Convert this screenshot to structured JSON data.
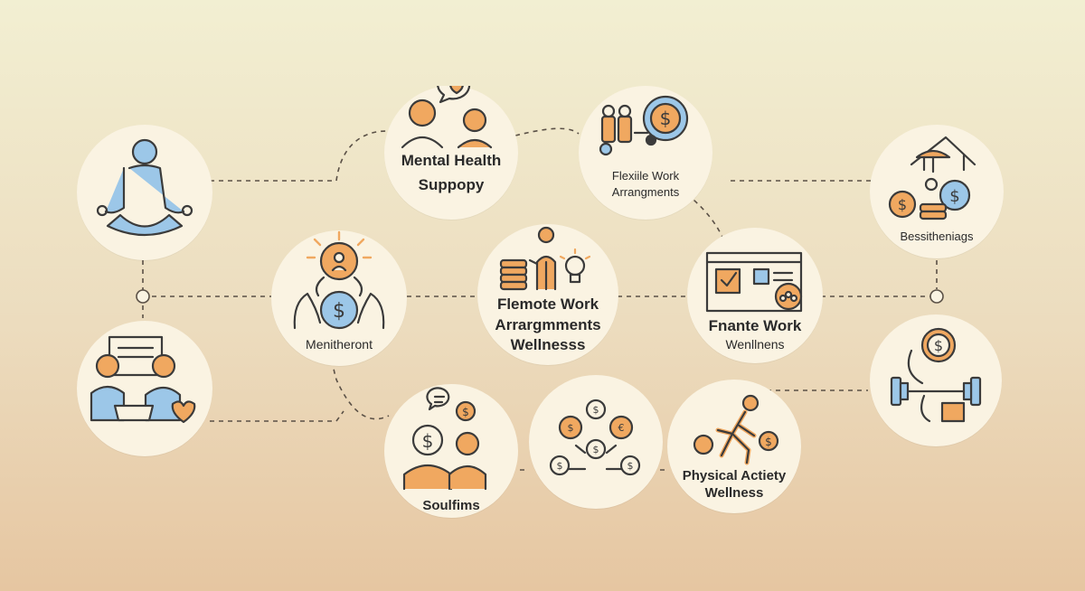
{
  "diagram": {
    "nodes": {
      "meditation": {
        "icon": "meditation-icon"
      },
      "meeting": {
        "icon": "people-document-icon"
      },
      "mental_health": {
        "icon": "counseling-heart-icon",
        "label_line1": "Mental Health",
        "label_line2": "Suppopy"
      },
      "flexible_top": {
        "icon": "people-money-icon",
        "label_line1": "Flexiile Work",
        "label_line2": "Arrangments"
      },
      "benefits": {
        "icon": "house-money-icon",
        "label_line1": "Bessitheniags"
      },
      "mentor": {
        "icon": "idea-money-hands-icon",
        "label_line1": "Menitheront"
      },
      "remote_center": {
        "icon": "coins-person-bulb-icon",
        "label_line1": "Flemote Work",
        "label_line2": "Arrargmments",
        "label_line3": "Wellnesss"
      },
      "finance_work": {
        "icon": "laptop-checklist-icon",
        "label_line1": "Fnante Work",
        "label_line2": "Wenllnens"
      },
      "gym": {
        "icon": "dumbbell-coin-icon"
      },
      "soulfims": {
        "icon": "people-dollar-icon",
        "label_line1": "Soulfims"
      },
      "money_cycle": {
        "icon": "currency-cycle-icon"
      },
      "physical": {
        "icon": "runner-coin-icon",
        "label_line1": "Physical Actiety",
        "label_line2": "Wellness"
      }
    },
    "colors": {
      "line": "#5a5046",
      "icon_stroke": "#3b3b3b",
      "orange": "#f0a860",
      "blue": "#9cc7e8",
      "node_fill": "#faf3e2"
    }
  }
}
